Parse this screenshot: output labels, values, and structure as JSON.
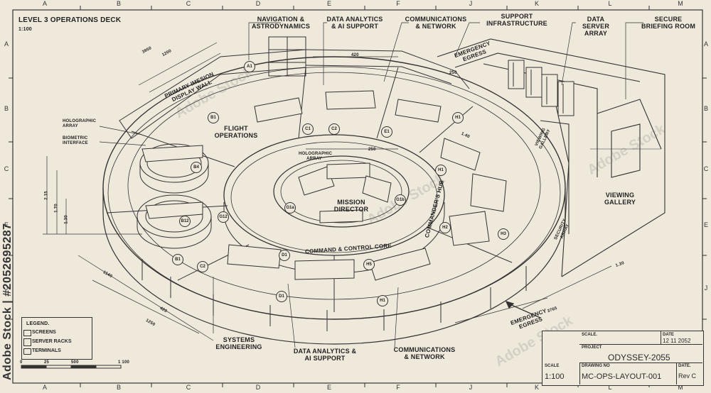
{
  "drawing": {
    "title": "LEVEL 3 OPERATIONS DECK",
    "scale_note": "1:100",
    "watermark": "Adobe Stock",
    "side_id": "Adobe Stock | #2052695287"
  },
  "border": {
    "columns": [
      "A",
      "B",
      "C",
      "D",
      "E",
      "F",
      "J",
      "K",
      "L",
      "M"
    ],
    "rows": [
      "A",
      "B",
      "C",
      "E",
      "J"
    ]
  },
  "labels": {
    "navigation": "NAVIGATION & ASTRODYNAMICS",
    "data_analytics_top": "DATA ANALYTICS & AI SUPPORT",
    "communications_top": "COMMUNICATIONS & NETWORK",
    "support_infra": "SUPPORT INFRASTRUCTURE",
    "data_server": "DATA SERVER ARRAY",
    "secure_briefing": "SECURE BRIEFING ROOM",
    "emergency_egress_top": "EMERGENCY EGRESS",
    "primary_display": "PRIMARY IMESION DISPLAY WALL",
    "holographic_array": "HOLOGRAPHIC ARRAY",
    "biometric": "BIOMETRIC INTERFACE",
    "flight_ops": "FLIGHT OPERATIONS",
    "holo_center": "HOLOGRAPHIC ARRAY",
    "mission_director": "MISSION DIRECTOR",
    "commanders_hub": "COMMANDER'S HUB",
    "command_core": "COMMAND & CONTROL CORE",
    "viewing_gallery": "VIEWING GALLERY",
    "emergency_egress_bottom": "EMERGENCY EGRESS",
    "systems_eng": "SYSTEMS ENGINEERING",
    "data_analytics_bottom": "DATA ANALYTICS & AI SUPPORT",
    "communications_bottom": "COMMUNICATIONS & NETWORK",
    "gallery_small": "VIEWING GALLERY",
    "security_small": "SECURITY ARRAY"
  },
  "callouts": [
    "A1",
    "B1",
    "B4",
    "B12",
    "G12",
    "C1",
    "C2",
    "E1",
    "H1",
    "G1b",
    "G1a",
    "D1",
    "H5",
    "H2",
    "H3",
    "B1",
    "C2",
    "D1",
    "H1",
    "H1"
  ],
  "dimensions": [
    "3950",
    "1200",
    "420",
    "250",
    "250",
    "1140",
    "420",
    "1250",
    "2.15",
    "1.70",
    "1.30",
    "1.40",
    "3765",
    "1.30"
  ],
  "legend": {
    "title": "LEGEND.",
    "items": [
      {
        "label": "SCREENS",
        "icon": "screen-icon"
      },
      {
        "label": "SERVER RACKS",
        "icon": "server-rack-icon"
      },
      {
        "label": "TERMINALS",
        "icon": "terminal-icon"
      }
    ]
  },
  "scale_bar": {
    "ticks": [
      "0",
      "25",
      "500",
      "1 100"
    ]
  },
  "title_block": {
    "scale_label": "SCALE.",
    "date_label": "DATE",
    "date_value": "12 11 2052",
    "project_label": "PROJECT",
    "project_value": "ODYSSEY-2055",
    "scale_cell_label": "SCALE",
    "scale_cell_value": "1:100",
    "drawing_no_label": "DRAWING NO",
    "drawing_no_value": "MC-OPS-LAYOUT-001",
    "rev_label": "DATE.",
    "rev_value": "Rev C"
  },
  "colors": {
    "paper": "#efe9dc",
    "ink": "#2a2a2a"
  }
}
